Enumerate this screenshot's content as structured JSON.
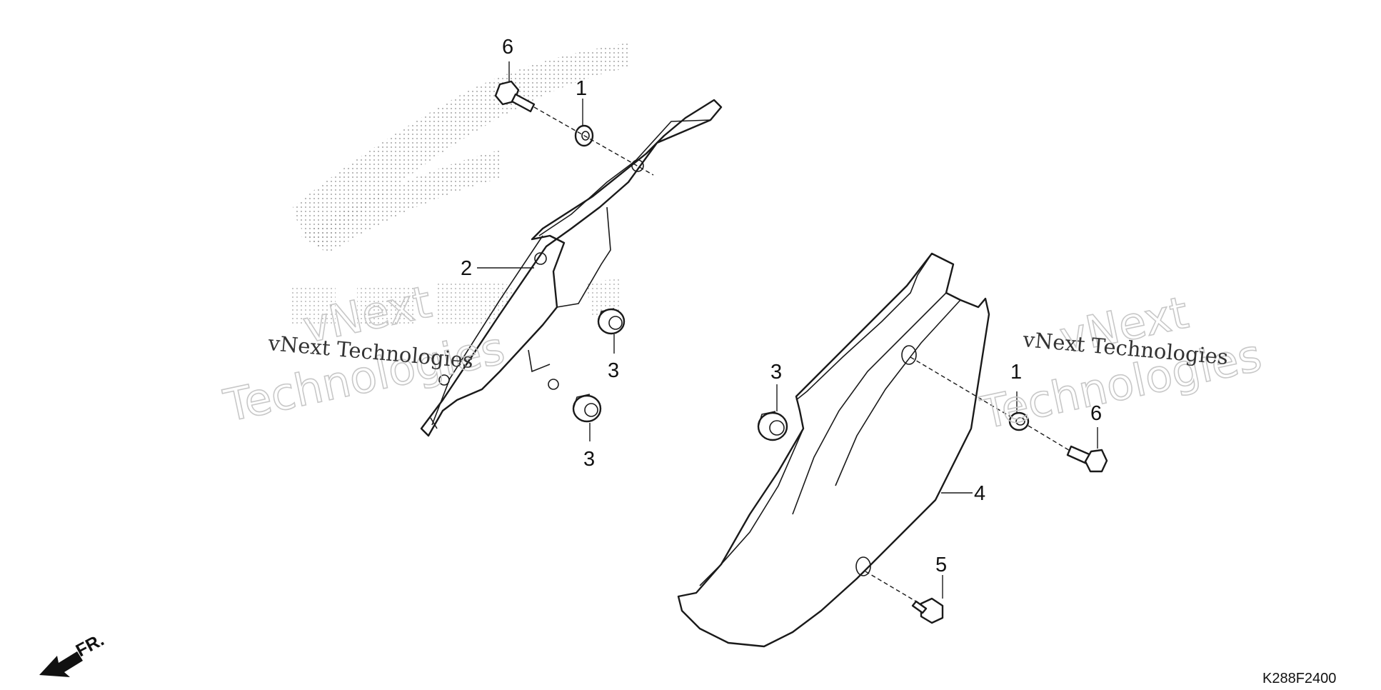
{
  "diagram": {
    "code": "K288F2400",
    "direction_label": "FR.",
    "watermark_line1": "vNext Technologies",
    "watermark_line2_a": "vNext",
    "watermark_line2_b": "Technologies"
  },
  "callouts": {
    "c6_left": "6",
    "c1_left": "1",
    "c2": "2",
    "c3_a": "3",
    "c3_b": "3",
    "c3_c": "3",
    "c1_right": "1",
    "c6_right": "6",
    "c4": "4",
    "c5": "5"
  },
  "icons": [
    "honda-wing-logo-icon",
    "direction-arrow-icon"
  ]
}
